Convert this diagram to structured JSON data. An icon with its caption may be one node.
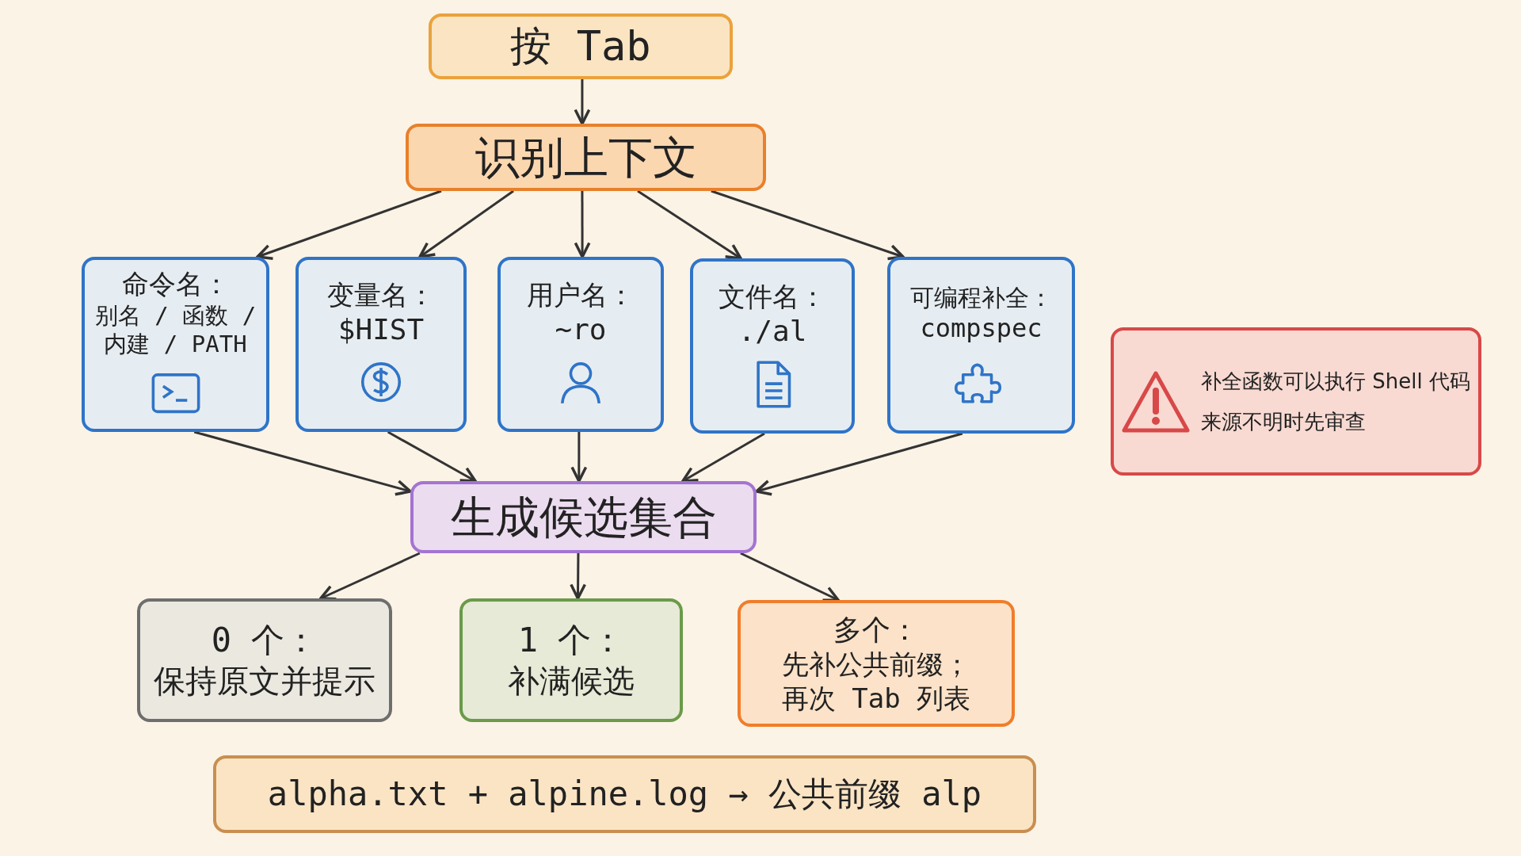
{
  "diagram": {
    "nodes": [
      {
        "text": [
          "按 Tab"
        ]
      },
      {
        "text": [
          "识别上下文"
        ]
      },
      {
        "text": [
          "命令名：",
          "别名 / 函数 / 内建 / PATH"
        ]
      },
      {
        "text": [
          "变量名：",
          "$HIST"
        ]
      },
      {
        "text": [
          "用户名：",
          "~ro"
        ]
      },
      {
        "text": [
          "文件名：",
          "./al"
        ]
      },
      {
        "text": [
          "可编程补全：",
          "compspec"
        ]
      },
      {
        "text": [
          "补全函数可以执行 Shell 代码",
          "来源不明时先审查"
        ]
      },
      {
        "text": [
          "生成候选集合"
        ]
      },
      {
        "text": [
          "0 个：",
          "保持原文并提示"
        ]
      },
      {
        "text": [
          "1 个：",
          "补满候选"
        ]
      },
      {
        "text": [
          "多个：",
          "先补公共前缀；再次 Tab 列表"
        ]
      },
      {
        "text": [
          "alpha.txt + alpine.log → 公共前缀 alp"
        ]
      }
    ],
    "edges": [
      {
        "from": 0,
        "to": 1,
        "arrow": "to"
      },
      {
        "from": 1,
        "to": 2,
        "arrow": "to"
      },
      {
        "from": 1,
        "to": 3,
        "arrow": "to"
      },
      {
        "from": 1,
        "to": 4,
        "arrow": "to"
      },
      {
        "from": 1,
        "to": 5,
        "arrow": "to"
      },
      {
        "from": 1,
        "to": 6,
        "arrow": "to"
      },
      {
        "from": 2,
        "to": 8,
        "arrow": "to"
      },
      {
        "from": 3,
        "to": 8,
        "arrow": "to"
      },
      {
        "from": 4,
        "to": 8,
        "arrow": "to"
      },
      {
        "from": 5,
        "to": 8,
        "arrow": "to"
      },
      {
        "from": 6,
        "to": 8,
        "arrow": "to"
      },
      {
        "from": 8,
        "to": 9,
        "arrow": "to"
      },
      {
        "from": 8,
        "to": 10,
        "arrow": "to"
      },
      {
        "from": 8,
        "to": 11,
        "arrow": "to"
      }
    ]
  }
}
